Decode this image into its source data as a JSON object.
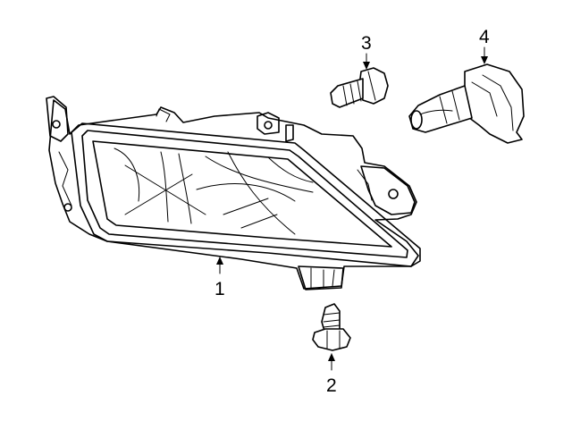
{
  "diagram": {
    "callouts": [
      {
        "id": "1",
        "label": "1"
      },
      {
        "id": "2",
        "label": "2"
      },
      {
        "id": "3",
        "label": "3"
      },
      {
        "id": "4",
        "label": "4"
      }
    ],
    "line_color": "#000000",
    "background": "#ffffff"
  }
}
